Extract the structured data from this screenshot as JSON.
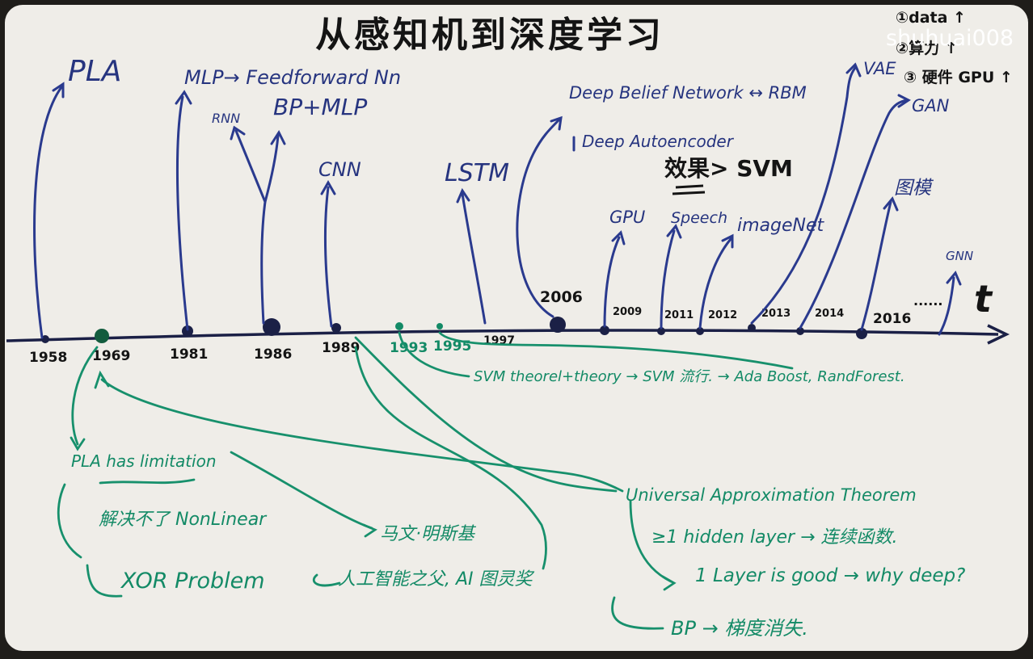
{
  "title": "从感知机到深度学习",
  "watermark": "shuhuai008",
  "corner_notes": [
    "①data ↑",
    "②算力 ↑",
    "③ 硬件 GPU ↑"
  ],
  "axis_label": "t",
  "years": [
    "1958",
    "1969",
    "1981",
    "1986",
    "1989",
    "1993",
    "1995",
    "1997",
    "2006",
    "2009",
    "2011",
    "2012",
    "2013",
    "2014",
    "2016"
  ],
  "ellipsis": "......",
  "blue_notes": {
    "pla": "PLA",
    "mlp": "MLP→ Feedforward Nn",
    "rnn": "RNN",
    "bp_mlp": "BP+MLP",
    "cnn": "CNN",
    "lstm": "LSTM",
    "dbn": "Deep Belief Network ↔ RBM",
    "dae": "Deep Autoencoder",
    "gpu": "GPU",
    "speech": "Speech",
    "imagenet": "imageNet",
    "vae": "VAE",
    "gan": "GAN",
    "tumo": "图模",
    "gnn": "GNN"
  },
  "black_note": "效果> SVM",
  "green_notes": {
    "svm": "SVM theorel+theory → SVM 流行. → Ada Boost, RandForest.",
    "pla_lim": "PLA has limitation",
    "nonlinear": "解决不了 NonLinear",
    "xor": "XOR Problem",
    "minsky": "马文·明斯基",
    "ai": "人工智能之父, AI 图灵奖",
    "uat": "Universal Approximation Theorem",
    "hidden": "≥1 hidden layer → 连续函数.",
    "one_layer": "1 Layer is good → why deep?",
    "bp": "BP → 梯度消失."
  }
}
